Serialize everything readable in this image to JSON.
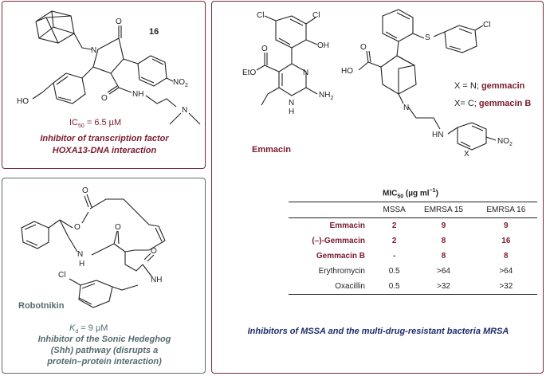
{
  "panel_hoxa13": {
    "compound_number": "16",
    "ic50_label": "IC",
    "ic50_sub": "50",
    "ic50_value": " = 6.5 µM",
    "caption_line1": "Inhibitor of transcription factor",
    "caption_line2": "HOXA13-DNA interaction",
    "atoms": {
      "N": "N",
      "O": "O",
      "HO": "HO",
      "NO2": "NO",
      "NO2_sub": "2",
      "NH": "NH",
      "NMe": "N"
    }
  },
  "panel_robotnikin": {
    "name": "Robotnikin",
    "kd_label": "K",
    "kd_sub": "d",
    "kd_value": " = 9 µM",
    "caption_line1": "Inhibitor of the Sonic Hedeghog",
    "caption_line2": "(Shh) pathway (disrupts a",
    "caption_line3": "protein–protein interaction)",
    "atoms": {
      "O": "O",
      "Cl": "Cl",
      "NH": "NH",
      "HN": "N",
      "H": "H"
    }
  },
  "panel_mrsa": {
    "emmacin_label": "Emmacin",
    "gemmacin_line1_prefix": "X = N; ",
    "gemmacin_line1_name": "gemmacin",
    "gemmacin_line2_prefix": "X= C; ",
    "gemmacin_line2_name": "gemmacin B",
    "atoms": {
      "Cl": "Cl",
      "OH": "OH",
      "EtO": "EtO",
      "O": "O",
      "N": "N",
      "H": "H",
      "NH2": "NH",
      "NH2_sub": "2",
      "HO": "HO",
      "S": "S",
      "HN": "HN",
      "X": "X",
      "NO2": "NO",
      "NO2_sub": "2"
    },
    "table_title": "MIC",
    "table_title_sub": "50",
    "table_title_units": " (µg ml",
    "table_title_exp": "−1",
    "table_title_close": ")",
    "columns": [
      "MSSA",
      "EMRSA 15",
      "EMRSA 16"
    ],
    "rows": [
      {
        "name": "Emmacin",
        "values": [
          "2",
          "9",
          "9"
        ]
      },
      {
        "name": "(–)-Gemmacin",
        "values": [
          "2",
          "8",
          "16"
        ]
      },
      {
        "name": "Gemmacin B",
        "values": [
          "-",
          "8",
          "8"
        ]
      },
      {
        "name": "Erythromycin",
        "values": [
          "0.5",
          ">64",
          ">64"
        ]
      },
      {
        "name": "Oxacillin",
        "values": [
          "0.5",
          ">32",
          ">32"
        ]
      }
    ],
    "caption": "Inhibitors of MSSA  and  the multi-drug-resistant bacteria MRSA"
  },
  "colors": {
    "maroon": "#7a1a2e",
    "slate": "#556b70",
    "navy": "#1f2a6b",
    "border_maroon": "#7a2a3c",
    "border_slate": "#5f6b6b"
  }
}
